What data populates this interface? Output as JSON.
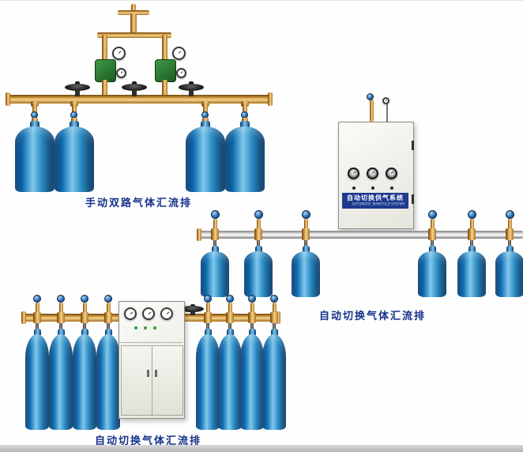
{
  "captions": {
    "scene1": "手动双路气体汇流排",
    "scene2": "自动切换气体汇流排",
    "scene3": "自动切换气体汇流排"
  },
  "cabinet_auto": {
    "title_cn": "自动切换供气系统",
    "title_en": "AUTOMATIC MANIFOLD SYSTEM"
  },
  "colors": {
    "caption_blue": "#15328b",
    "cylinder_blue": "#0f6cb0",
    "brass": "#c98e35",
    "silver_pipe": "#dadada",
    "cabinet_band_blue": "#1d3a8e",
    "regulator_green": "#2e7d32"
  }
}
